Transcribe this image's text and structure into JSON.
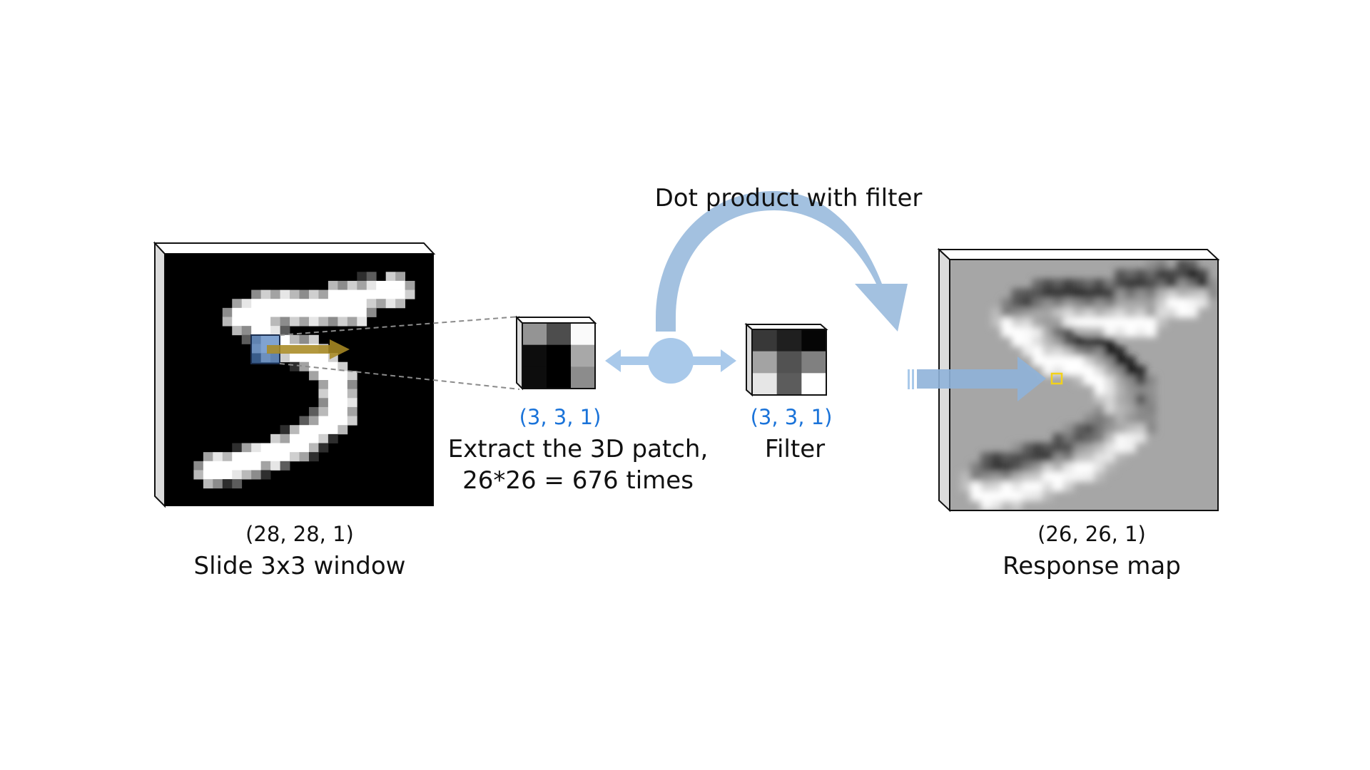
{
  "title": "Dot product with filter",
  "input": {
    "shape": "(28, 28, 1)",
    "caption": "Slide 3x3 window"
  },
  "patch": {
    "shape": "(3, 3, 1)",
    "caption_line1": "Extract the 3D patch,",
    "caption_line2": "26*26 = 676 times",
    "values": [
      [
        0.58,
        0.3,
        0.98
      ],
      [
        0.05,
        0.0,
        0.66
      ],
      [
        0.05,
        0.0,
        0.55
      ]
    ]
  },
  "filter": {
    "shape": "(3, 3, 1)",
    "caption": "Filter",
    "values": [
      [
        0.22,
        0.12,
        0.02
      ],
      [
        0.64,
        0.32,
        0.5
      ],
      [
        0.9,
        0.36,
        1.0
      ]
    ]
  },
  "output": {
    "shape": "(26, 26, 1)",
    "caption": "Response map"
  },
  "colors": {
    "arrow_blue": "#a9c9ea",
    "arrow_dark_blue": "#8fb3d9",
    "slide_arrow": "#a88a23",
    "window_highlight": "#4f7fbf",
    "response_marker": "#f3d21a",
    "shape_text": "#1a73d9",
    "response_background": "#a6a6a6"
  }
}
